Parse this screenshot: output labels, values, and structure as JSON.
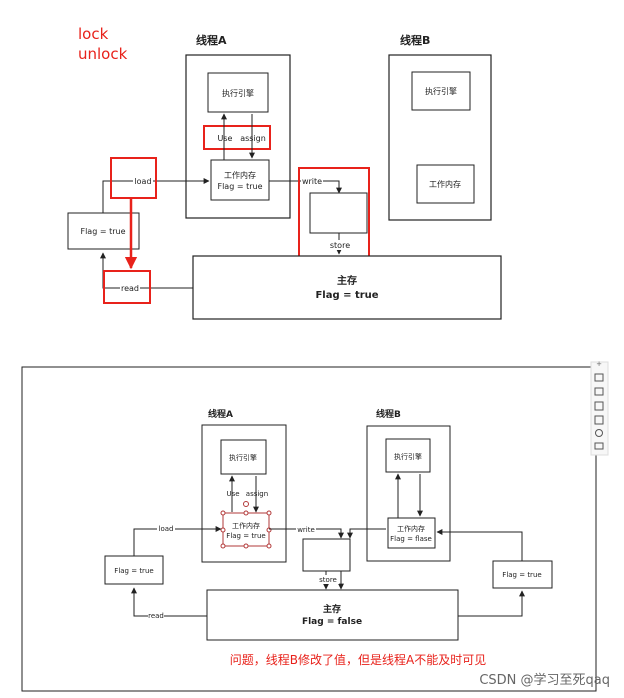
{
  "top": {
    "legend": [
      "lock",
      "unlock"
    ],
    "thread_a": "线程A",
    "thread_b": "线程B",
    "engine_a": "执行引擎",
    "engine_b": "执行引擎",
    "use": "Use",
    "assign": "assign",
    "workmem_a": [
      "工作内存",
      "Flag = true"
    ],
    "workmem_b": "工作内存",
    "load": "load",
    "write": "write",
    "store": "store",
    "read": "read",
    "flag_left": "Flag = true",
    "main_memory": [
      "主存",
      "Flag = true"
    ]
  },
  "bottom": {
    "thread_a": "线程A",
    "thread_b": "线程B",
    "engine_a": "执行引擎",
    "engine_b": "执行引擎",
    "use": "Use",
    "assign": "assign",
    "workmem_a": [
      "工作内存",
      "Flag = true"
    ],
    "workmem_b": [
      "工作内存",
      "Flag = flase"
    ],
    "load": "load",
    "write": "write",
    "store": "store",
    "read": "read",
    "flag_left": "Flag = true",
    "flag_right": "Flag = true",
    "main_memory": [
      "主存",
      "Flag = false"
    ],
    "problem_note": "问题，线程B修改了值，但是线程A不能及时可见"
  },
  "watermark": "CSDN @学习至死qaq",
  "colors": {
    "highlight": "#e8221b",
    "line": "#222222"
  }
}
